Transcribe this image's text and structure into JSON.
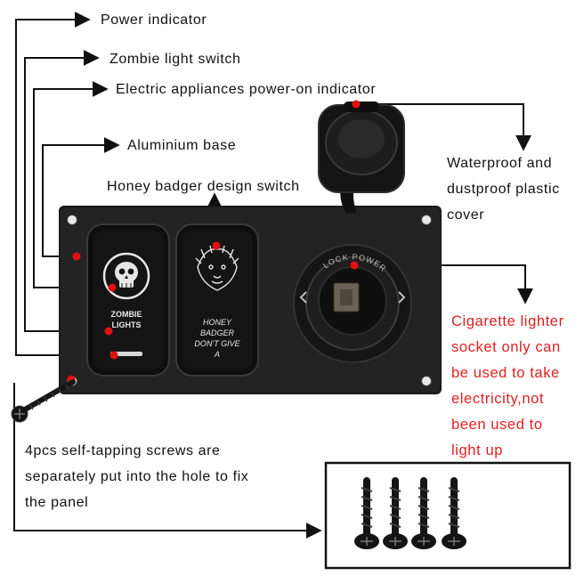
{
  "labels": {
    "power_indicator": "Power indicator",
    "zombie_switch": "Zombie light switch",
    "appliance_indicator": "Electric appliances power-on indicator",
    "aluminium_base": "Aluminium base",
    "honey_badger_switch": "Honey badger design switch",
    "waterproof_cover_1": "Waterproof and",
    "waterproof_cover_2": "dustproof plastic",
    "waterproof_cover_3": "cover",
    "socket_note_1": "Cigarette lighter",
    "socket_note_2": "socket only can",
    "socket_note_3": "be used to take",
    "socket_note_4": "electricity,not",
    "socket_note_5": "been used to",
    "socket_note_6": "light up",
    "screws_1": "4pcs self-tapping screws are",
    "screws_2": "separately put into the hole to fix",
    "screws_3": "the panel"
  },
  "switch_left": {
    "line1": "ZOMBIE",
    "line2": "LIGHTS"
  },
  "switch_right": {
    "line1": "HONEY",
    "line2": "BADGER",
    "line3": "DON'T GIVE",
    "line4": "A"
  },
  "socket_ring_text": "LOCK POWER",
  "colors": {
    "marker": "#e01010",
    "panel": "#1a1a1a",
    "note": "#e02020"
  }
}
